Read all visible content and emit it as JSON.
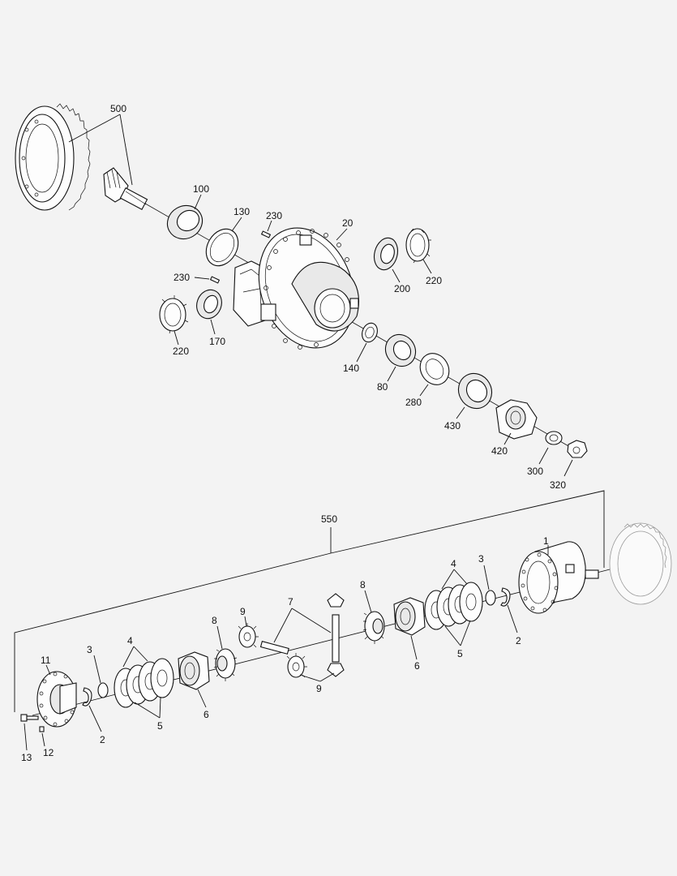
{
  "upper_assembly": {
    "labels": {
      "l500": "500",
      "l100": "100",
      "l130": "130",
      "l230a": "230",
      "l20": "20",
      "l200": "200",
      "l220a": "220",
      "l230b": "230",
      "l220b": "220",
      "l170": "170",
      "l140": "140",
      "l80": "80",
      "l280": "280",
      "l430": "430",
      "l420": "420",
      "l300": "300",
      "l320": "320"
    }
  },
  "lower_assembly": {
    "labels": {
      "l550": "550",
      "l1": "1",
      "l3r": "3",
      "l4r": "4",
      "l2r": "2",
      "l5r": "5",
      "l6r": "6",
      "l8r": "8",
      "l7": "7",
      "l9t": "9",
      "l8l": "8",
      "l9b": "9",
      "l3l": "3",
      "l4l": "4",
      "l11": "11",
      "l2l": "2",
      "l5l": "5",
      "l6l": "6",
      "l13": "13",
      "l12": "12"
    }
  }
}
